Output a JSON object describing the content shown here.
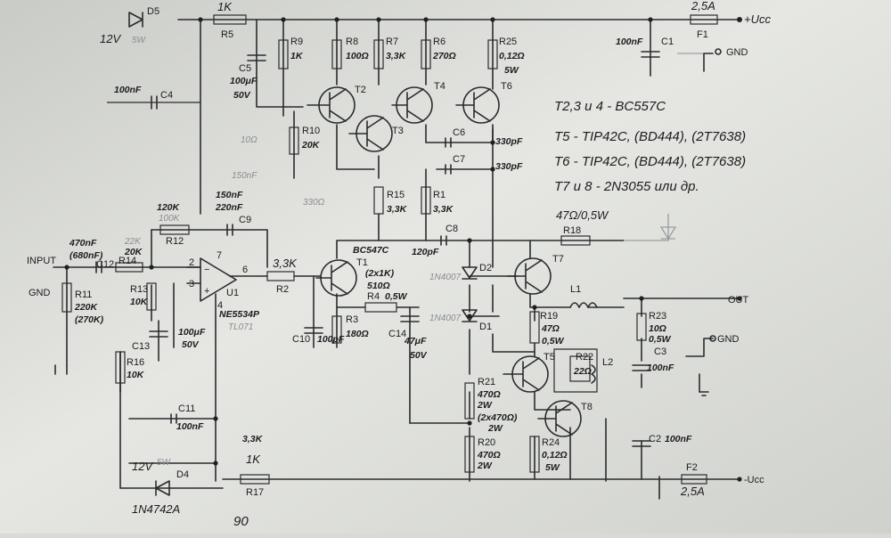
{
  "rails": {
    "pos_supply": "+Ucc",
    "neg_supply": "-Ucc",
    "gnd": "GND",
    "input": "INPUT",
    "output": "OUT"
  },
  "transistor_notes": [
    "T2,3 и 4 - BC557C",
    "T5 - TIP42C, (BD444), (2T7638)",
    "T6 - TIP42C, (BD444), (2T7638)",
    "T7 и 8 - 2N3055 или др.",
    "47Ω/0,5W"
  ],
  "bottom_number": "90",
  "components": {
    "D5": "D5",
    "zener_top": "12V",
    "zener_top_alt": "5W",
    "R5": "R5",
    "R5_val": "1K",
    "F1": "F1",
    "F1_val": "2,5A",
    "C1": "C1",
    "C1_val": "100nF",
    "R9": "R9",
    "R9_val": "1K",
    "R8": "R8",
    "R8_val": "100Ω",
    "R7": "R7",
    "R7_val": "3,3K",
    "R6": "R6",
    "R6_val": "270Ω",
    "R25": "R25",
    "R25_val": "0,12Ω",
    "R25_w": "5W",
    "C5": "C5",
    "C5_val": "100μF",
    "C5_v": "50V",
    "C4": "C4",
    "C4_val": "100nF",
    "T2": "T2",
    "T3": "T3",
    "T4": "T4",
    "T6": "T6",
    "R10": "R10",
    "R10_val": "20K",
    "C6": "C6",
    "C6_val": "330pF",
    "C7": "C7",
    "C7_val": "330pF",
    "R15": "R15",
    "R15_val": "3,3K",
    "R1": "R1",
    "R1_val": "3,3K",
    "R12": "R12",
    "R12_val": "120K",
    "C9": "C9",
    "C9_val1": "150nF",
    "C9_val2": "220nF",
    "C8": "C8",
    "C8_val": "120pF",
    "R18": "R18",
    "C12": "C12",
    "C12_val": "470nF",
    "C12_alt": "(680nF)",
    "R14": "R14",
    "R14_val": "20K",
    "R11": "R11",
    "R11_val": "220K",
    "R11_alt": "(270K)",
    "R13": "R13",
    "R13_val": "10K",
    "U1": "U1",
    "U1_part": "NE5534P",
    "U1_alt": "TL071",
    "R2": "R2",
    "R2_val": "3,3K",
    "T1": "T1",
    "T1_part": "BC547C",
    "R4": "R4",
    "R4_val": "510Ω",
    "R4_w": "0,5W",
    "R4_alt": "(2x1K)",
    "D2": "D2",
    "D2_part": "1N4007",
    "D1": "D1",
    "D1_part": "1N4007",
    "C10": "C10",
    "C10_val": "100pF",
    "R3": "R3",
    "R3_val": "180Ω",
    "C14": "C14",
    "C14_val": "47μF",
    "C14_v": "50V",
    "C13": "C13",
    "C13_val": "100μF",
    "C13_v": "50V",
    "T7": "T7",
    "T5": "T5",
    "T8": "T8",
    "L1": "L1",
    "L2": "L2",
    "R19": "R19",
    "R19_val": "47Ω",
    "R19_w": "0,5W",
    "R22": "R22",
    "R22_val": "22Ω",
    "R23": "R23",
    "R23_val": "10Ω",
    "R23_w": "0,5W",
    "C3": "C3",
    "C3_val": "100nF",
    "C2": "C2",
    "C2_val": "100nF",
    "R21": "R21",
    "R21_val": "470Ω",
    "R21_w": "2W",
    "R21_alt": "(2x470Ω)",
    "R21_alt_w": "2W",
    "R20": "R20",
    "R20_val": "470Ω",
    "R20_w": "2W",
    "R24": "R24",
    "R24_val": "0,12Ω",
    "R24_w": "5W",
    "R16": "R16",
    "R16_val": "10K",
    "C11": "C11",
    "C11_val": "100nF",
    "R17": "R17",
    "R17_val": "1K",
    "R17_alt": "3,3K",
    "D4": "D4",
    "D4_val": "12V",
    "D4_w": "5W",
    "D4_part": "1N4742A",
    "F2": "F2",
    "F2_val": "2,5A",
    "pin2": "2",
    "pin3": "3",
    "pin6": "6",
    "pin7": "7",
    "pin4": "4",
    "R12_alt": "100K",
    "R14_alt": "22K",
    "note_10": "10Ω",
    "note_150": "150nF",
    "note_330": "330Ω"
  }
}
